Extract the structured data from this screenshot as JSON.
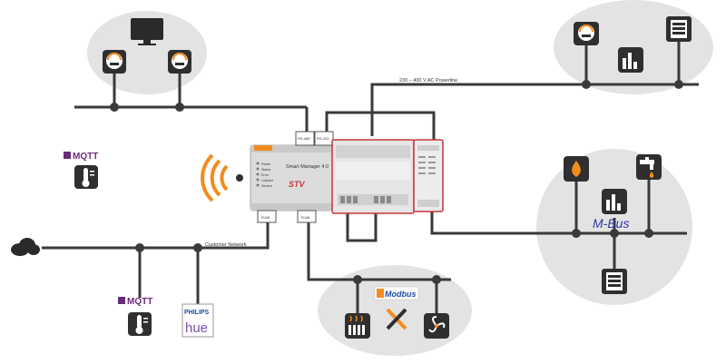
{
  "powerline_label": "230 – 400 V AC Powerline",
  "customer_network_label": "Customer Network",
  "ports": {
    "rs485": "RS-485",
    "rs232": "RS-232",
    "rj45_left": "RJ45",
    "rj45_right": "RJ45"
  },
  "device": {
    "title": "Smart Manager 4.0",
    "brand": "STV",
    "leds": [
      "Power",
      "Status",
      "Error",
      "Link/Act",
      "Service"
    ]
  },
  "logos": {
    "mqtt_top": "MQTT",
    "mqtt_bottom": "MQTT",
    "philips": "PHILIPS",
    "hue": "hue",
    "modbus": "Modbus",
    "mbus": "M-Bus"
  },
  "colors": {
    "line": "#3a3a3a",
    "bubble": "#e3e3e3",
    "wifi": "#f28c1e",
    "device_red": "#c8343c",
    "icon_dark": "#2f2f2f"
  }
}
